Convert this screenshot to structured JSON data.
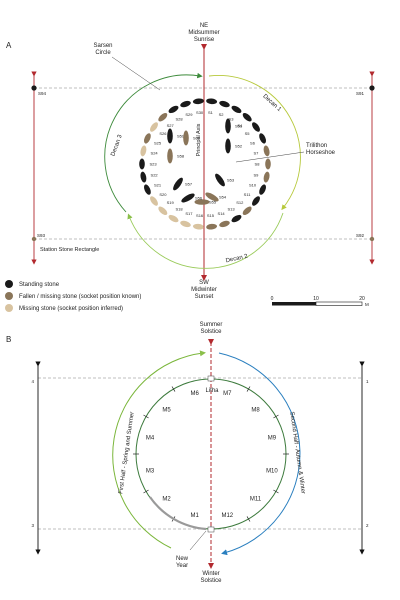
{
  "panel_a": {
    "label": "A",
    "top_direction": [
      "NE",
      "Midsummer",
      "Sunrise"
    ],
    "bottom_direction": [
      "SW",
      "Midwinter",
      "Sunset"
    ],
    "sarsen_label": [
      "Sarsen",
      "Circle"
    ],
    "trilithon_label": [
      "Trilithon",
      "Horseshoe"
    ],
    "principal_axis": "Principal Axis",
    "decan_1": "Decan 1",
    "decan_2": "Decan 2",
    "decan_3": "Decan 3",
    "station_rect_label": "Station Stone Rectangle",
    "station_stones": {
      "s94": "S94",
      "s91": "S91",
      "s93": "S93",
      "s92": "S92"
    },
    "sarsen_stones": [
      "S1",
      "S2",
      "S3",
      "S4",
      "S5",
      "S6",
      "S7",
      "S8",
      "S9",
      "S10",
      "S11",
      "S12",
      "S13",
      "S14",
      "S15",
      "S16",
      "S17",
      "S18",
      "S19",
      "S20",
      "S21",
      "S22",
      "S23",
      "S24",
      "S25",
      "S26",
      "S27",
      "S28",
      "S29",
      "S30"
    ],
    "trilithon_stones": [
      "S51",
      "S52",
      "S53",
      "S54",
      "S55",
      "S56",
      "S57",
      "S58",
      "S59",
      "S60"
    ],
    "legend": [
      {
        "label": "Standing stone",
        "color": "#1a1a1a"
      },
      {
        "label": "Fallen / missing stone (socket position known)",
        "color": "#8a7559"
      },
      {
        "label": "Missing stone (socket position inferred)",
        "color": "#d8c3a0"
      }
    ],
    "scale": {
      "ticks": [
        "0",
        "10",
        "20"
      ],
      "unit": "M"
    }
  },
  "panel_b": {
    "label": "B",
    "top_label": [
      "Summer",
      "Solstice"
    ],
    "bottom_label": [
      "Winter",
      "Solstice"
    ],
    "litha": "Litha",
    "new_year": [
      "New",
      "Year"
    ],
    "first_half": "First Half - Spring and Summer",
    "second_half": "Second Half - Autumn & Winter",
    "months": [
      "M1",
      "M2",
      "M3",
      "M4",
      "M5",
      "M6",
      "M7",
      "M8",
      "M9",
      "M10",
      "M11",
      "M12"
    ],
    "corners": {
      "tl": "4",
      "tr": "1",
      "bl": "3",
      "br": "2"
    }
  }
}
